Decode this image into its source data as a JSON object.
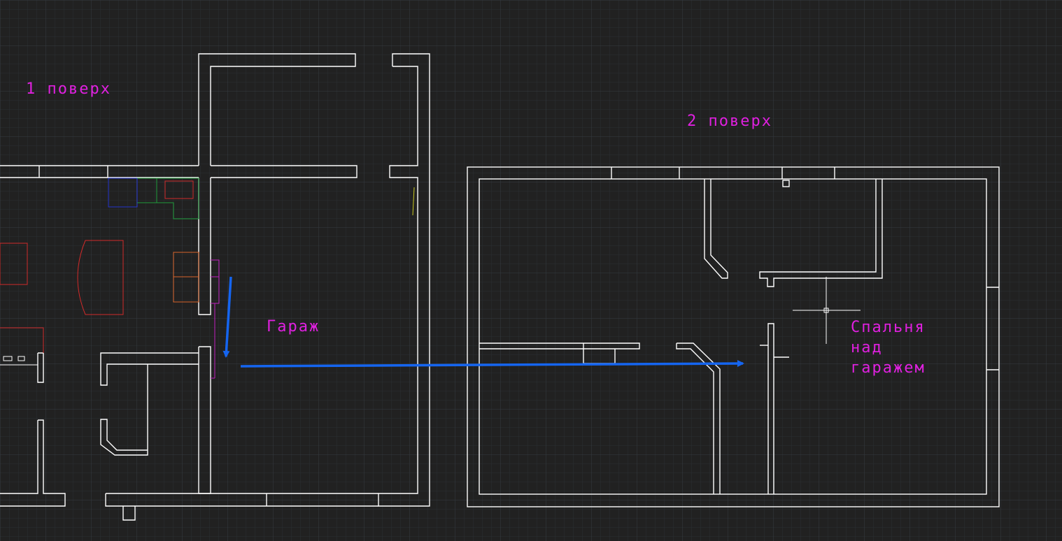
{
  "labels": {
    "floor1": "1 поверх",
    "floor2": "2 поверх",
    "garage": "Гараж",
    "bedroom_line1": "Спальня",
    "bedroom_line2": "над",
    "bedroom_line3": "гаражем"
  },
  "colors": {
    "background": "#212121",
    "grid_minor": "#2b2f33",
    "grid_major": "#353b41",
    "wall": "#ffffff",
    "label": "#e020e0",
    "arrow": "#1565f0",
    "furniture_red": "#d02a2a",
    "furniture_green": "#1f9a3a",
    "furniture_blue": "#2233cc",
    "furniture_orange": "#d8642a",
    "door_magenta": "#c020c0",
    "yellow_mark": "#c8c820"
  },
  "icons": {
    "cursor": "crosshair-cursor-icon",
    "arrow": "arrow-icon"
  }
}
